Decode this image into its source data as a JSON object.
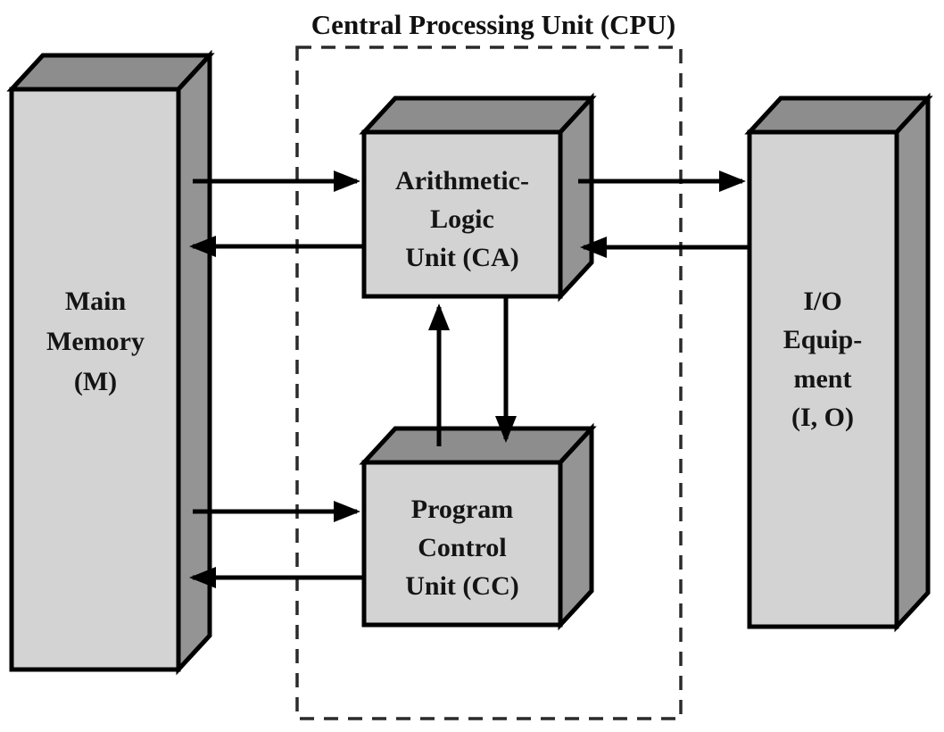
{
  "diagram": {
    "title": "Central Processing Unit (CPU)",
    "blocks": {
      "main_memory": {
        "name": "Main Memory (M)",
        "lines": [
          "Main",
          "Memory",
          "(M)"
        ]
      },
      "alu": {
        "name": "Arithmetic-Logic Unit (CA)",
        "lines": [
          "Arithmetic-",
          "Logic",
          "Unit (CA)"
        ]
      },
      "pcu": {
        "name": "Program Control Unit (CC)",
        "lines": [
          "Program",
          "Control",
          "Unit (CC)"
        ]
      },
      "io": {
        "name": "I/O Equipment (I, O)",
        "lines": [
          "I/O",
          "Equip-",
          "ment",
          "(I, O)"
        ]
      }
    },
    "cpu_region_contains": [
      "Arithmetic-Logic Unit (CA)",
      "Program Control Unit (CC)"
    ],
    "connections": [
      {
        "from": "Main Memory (M)",
        "to": "Arithmetic-Logic Unit (CA)",
        "direction": "right"
      },
      {
        "from": "Arithmetic-Logic Unit (CA)",
        "to": "Main Memory (M)",
        "direction": "left"
      },
      {
        "from": "Arithmetic-Logic Unit (CA)",
        "to": "I/O Equipment (I, O)",
        "direction": "right"
      },
      {
        "from": "I/O Equipment (I, O)",
        "to": "Arithmetic-Logic Unit (CA)",
        "direction": "left"
      },
      {
        "from": "Program Control Unit (CC)",
        "to": "Arithmetic-Logic Unit (CA)",
        "direction": "up"
      },
      {
        "from": "Arithmetic-Logic Unit (CA)",
        "to": "Program Control Unit (CC)",
        "direction": "down"
      },
      {
        "from": "Main Memory (M)",
        "to": "Program Control Unit (CC)",
        "direction": "right"
      },
      {
        "from": "Program Control Unit (CC)",
        "to": "Main Memory (M)",
        "direction": "left"
      }
    ],
    "colors": {
      "front_face": "#d3d3d3",
      "top_face": "#8d8d8d",
      "side_face": "#949494",
      "outline": "#000000",
      "dashed_border": "#2a2a2a",
      "background": "#ffffff"
    }
  }
}
